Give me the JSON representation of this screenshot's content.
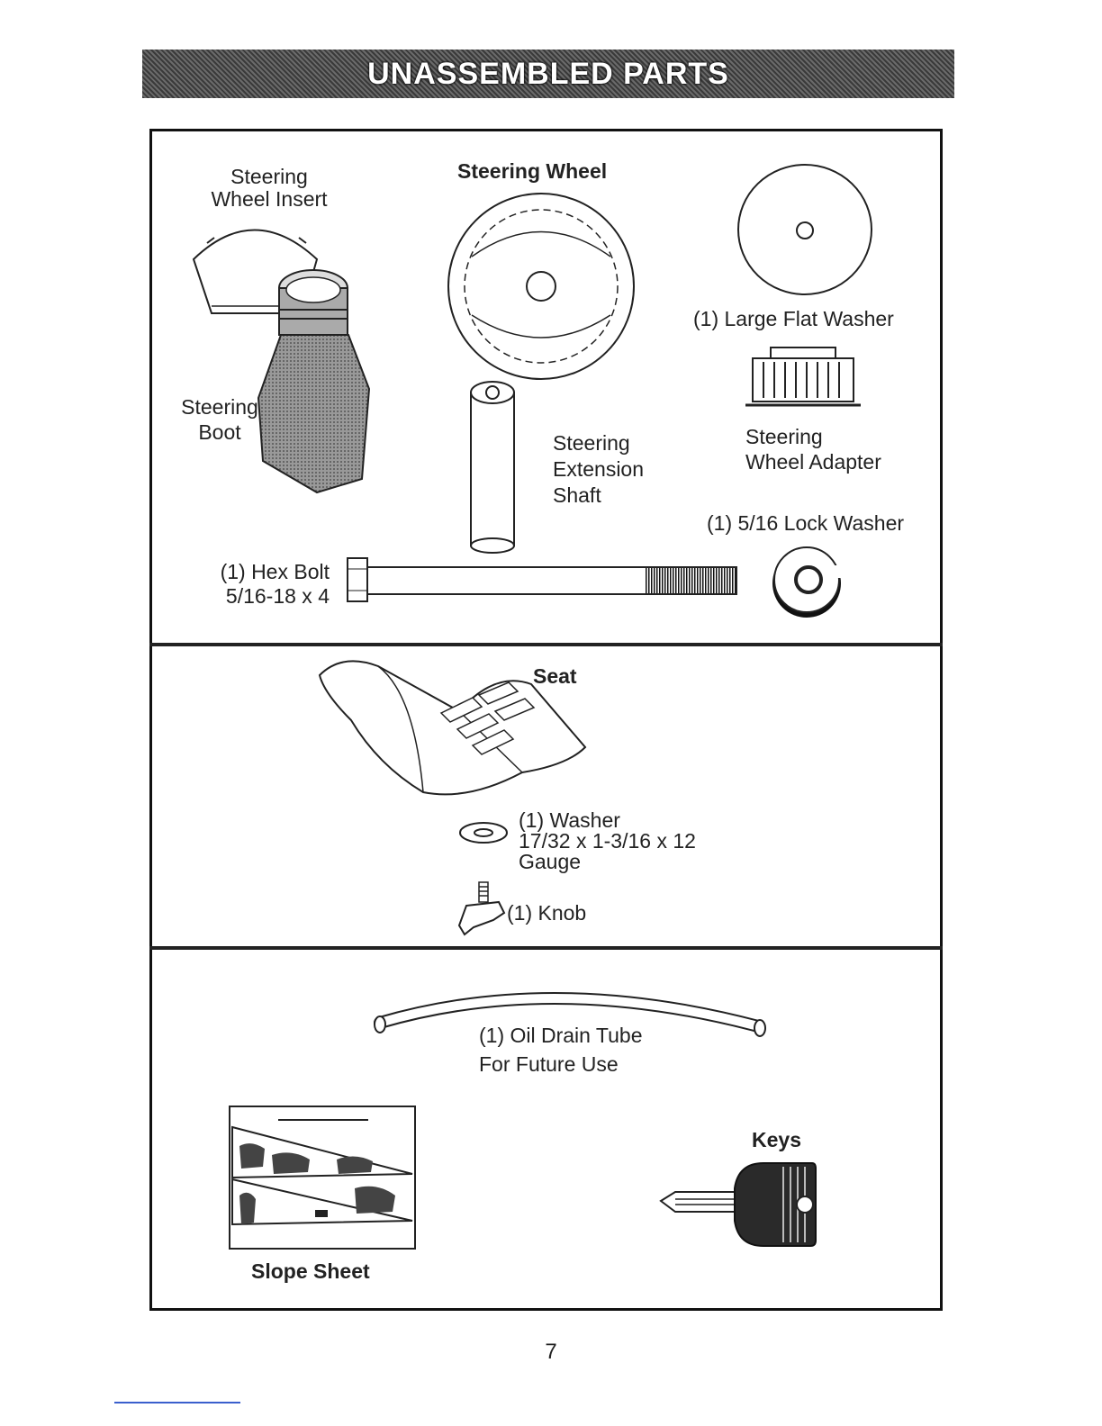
{
  "page": {
    "title": "UNASSEMBLED PARTS",
    "page_number": "7"
  },
  "section1": {
    "steering_wheel_insert": "Steering\nWheel Insert",
    "steering_wheel": "Steering Wheel",
    "large_flat_washer": "(1) Large Flat Washer",
    "steering_boot": "Steering\nBoot",
    "steering_extension_shaft": "Steering\nExtension\nShaft",
    "steering_wheel_adapter": "Steering\nWheel Adapter",
    "lock_washer": "(1) 5/16 Lock Washer",
    "hex_bolt": "(1) Hex Bolt\n5/16-18 x 4"
  },
  "section2": {
    "seat": "Seat",
    "washer": "(1) Washer\n17/32 x 1-3/16 x 12\nGauge",
    "knob": "(1) Knob"
  },
  "section3": {
    "oil_drain_tube": "(1) Oil Drain Tube\nFor Future Use",
    "keys": "Keys",
    "slope_sheet": "Slope Sheet"
  }
}
